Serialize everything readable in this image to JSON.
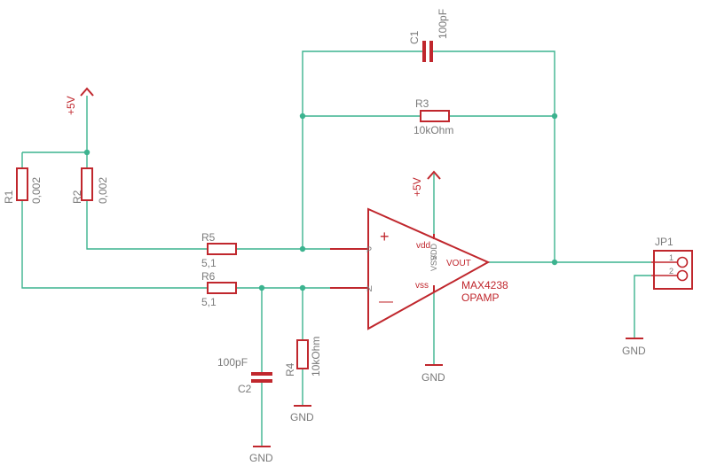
{
  "components": {
    "r1": {
      "name": "R1",
      "value": "0,002"
    },
    "r2": {
      "name": "R2",
      "value": "0,002"
    },
    "r3": {
      "name": "R3",
      "value": "10kOhm"
    },
    "r4": {
      "name": "R4",
      "value": "10kOhm"
    },
    "r5": {
      "name": "R5",
      "value": "5,1"
    },
    "r6": {
      "name": "R6",
      "value": "5,1"
    },
    "c1": {
      "name": "C1",
      "value": "100pF"
    },
    "c2": {
      "name": "C2",
      "value": "100pF"
    },
    "opamp": {
      "name": "MAX4238",
      "type": "OPAMP",
      "pin_p": "P",
      "pin_n": "N",
      "pin_vdd": "vdd",
      "pin_vss": "vss",
      "pin_vout": "VOUT",
      "pin_vss_small": "VSS",
      "pin_vdd_small": "VDD",
      "plus": "+",
      "minus": "—"
    },
    "jp1": {
      "name": "JP1",
      "pin1": "1",
      "pin2": "2"
    }
  },
  "supplies": {
    "vcc_left": "+5V",
    "vcc_opamp": "+5V",
    "gnd_c2": "GND",
    "gnd_r4": "GND",
    "gnd_opamp": "GND",
    "gnd_jp1": "GND"
  }
}
